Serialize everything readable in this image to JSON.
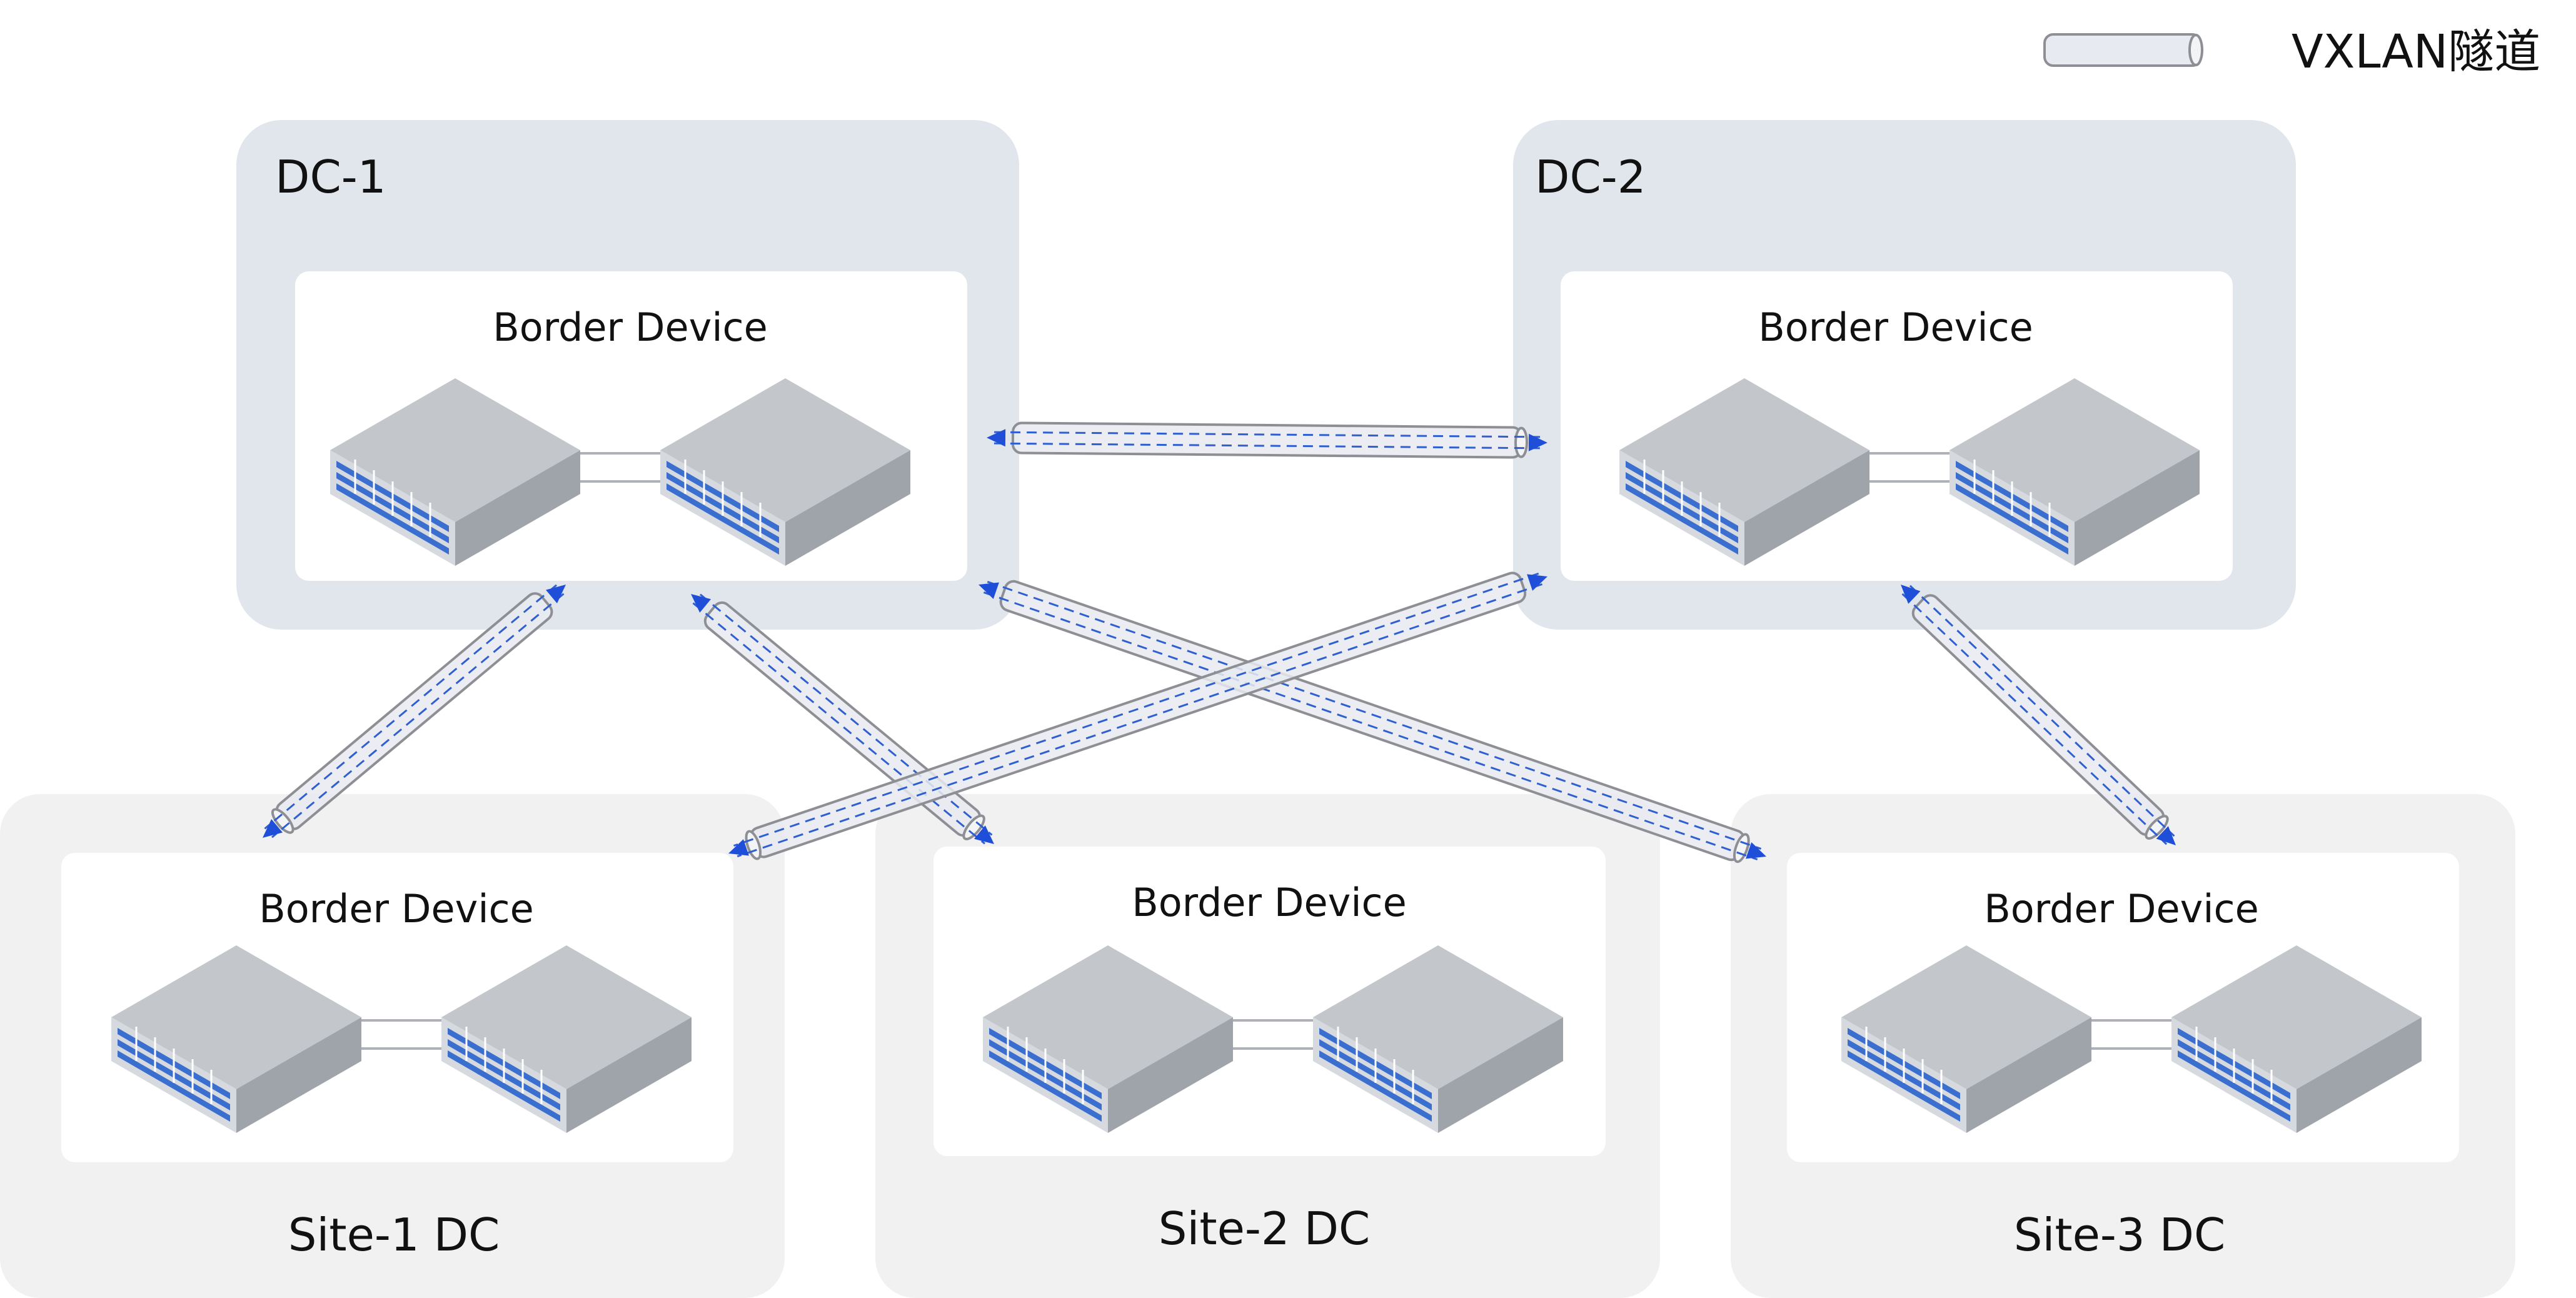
{
  "legend": {
    "icon": "tunnel-pipe-icon",
    "label": "VXLAN隧道"
  },
  "colors": {
    "zone_main": "#e1e6ec",
    "zone_site": "#f1f1f2",
    "panel": "#ffffff",
    "tunnel_fill": "#e7eaf0",
    "tunnel_stroke": "#8d8f94",
    "tunnel_dash": "#2f5fd0",
    "arrow": "#1f4fd8",
    "switch_top": "#c3c7cc",
    "switch_left": "#d6d9dd",
    "switch_right": "#9fa4ab",
    "port": "#3a6fd0"
  },
  "zones": [
    {
      "id": "dc1",
      "label": "DC-1",
      "device_label": "Border Device",
      "icon": "switch-icon"
    },
    {
      "id": "dc2",
      "label": "DC-2",
      "device_label": "Border Device",
      "icon": "switch-icon"
    },
    {
      "id": "site1",
      "label": "Site-1 DC",
      "device_label": "Border Device",
      "icon": "switch-icon"
    },
    {
      "id": "site2",
      "label": "Site-2 DC",
      "device_label": "Border Device",
      "icon": "switch-icon"
    },
    {
      "id": "site3",
      "label": "Site-3 DC",
      "device_label": "Border Device",
      "icon": "switch-icon"
    }
  ],
  "tunnels": [
    {
      "from": "dc1",
      "to": "dc2"
    },
    {
      "from": "dc1",
      "to": "site1"
    },
    {
      "from": "dc1",
      "to": "site2"
    },
    {
      "from": "dc1",
      "to": "site3"
    },
    {
      "from": "dc2",
      "to": "site1"
    },
    {
      "from": "dc2",
      "to": "site3"
    }
  ]
}
